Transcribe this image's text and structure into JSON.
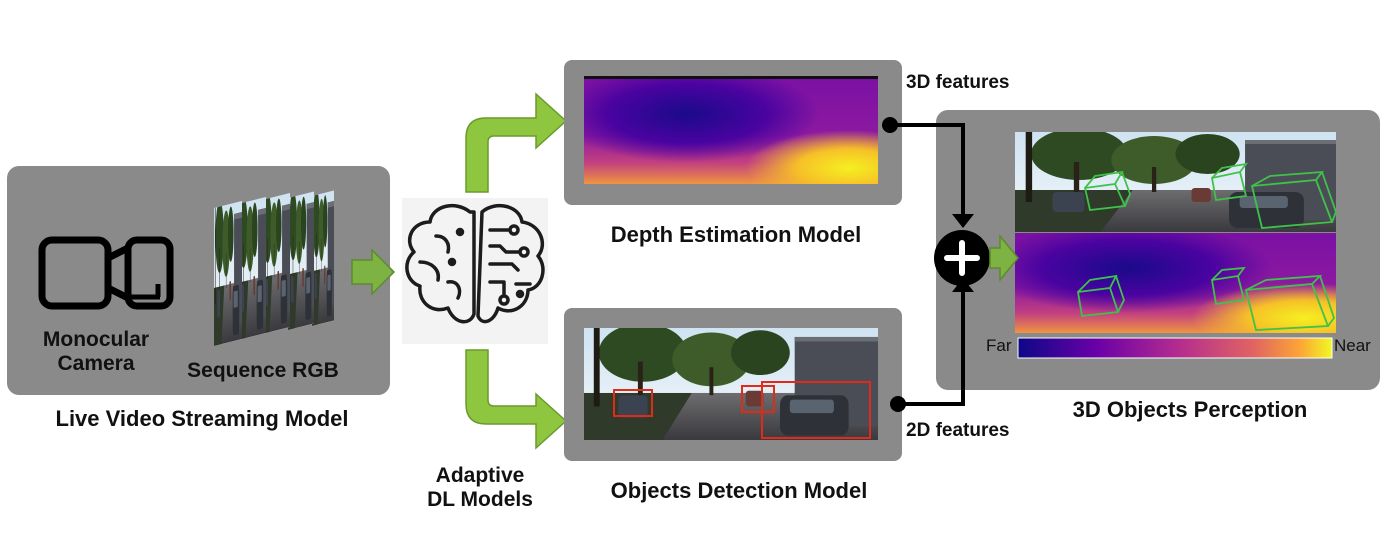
{
  "live_panel": {
    "camera_label_line1": "Monocular",
    "camera_label_line2": "Camera",
    "frames_label": "Sequence RGB",
    "caption": "Live Video Streaming Model"
  },
  "brain": {
    "icon": "brain-circuit-icon",
    "caption_line1": "Adaptive",
    "caption_line2": "DL Models"
  },
  "depth_panel": {
    "caption": "Depth Estimation Model",
    "feature_label": "3D features"
  },
  "detection_panel": {
    "caption": "Objects Detection Model",
    "feature_label": "2D features"
  },
  "fusion": {
    "icon": "plus-circle-icon"
  },
  "perception_panel": {
    "caption": "3D Objects Perception",
    "colorbar_far": "Far",
    "colorbar_near": "Near"
  },
  "colors": {
    "panel_gray": "#8a8a8a",
    "arrow_green": "#7cb342",
    "box_red": "#e02a1a",
    "box_green": "#3fc24a",
    "connector": "#000000",
    "plasma_far": "#0d0887",
    "plasma_mid": "#cc4778",
    "plasma_near": "#f0f921"
  }
}
